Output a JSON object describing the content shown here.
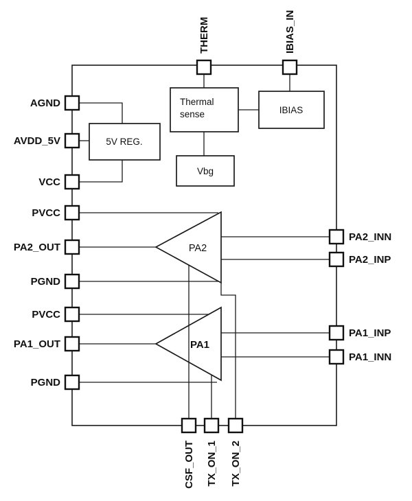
{
  "diagram": {
    "pins": {
      "top": [
        {
          "label": "THERM"
        },
        {
          "label": "IBIAS_IN"
        }
      ],
      "left": [
        {
          "label": "AGND"
        },
        {
          "label": "AVDD_5V"
        },
        {
          "label": "VCC"
        },
        {
          "label": "PVCC"
        },
        {
          "label": "PA2_OUT"
        },
        {
          "label": "PGND"
        },
        {
          "label": "PVCC"
        },
        {
          "label": "PA1_OUT"
        },
        {
          "label": "PGND"
        }
      ],
      "right": [
        {
          "label": "PA2_INN"
        },
        {
          "label": "PA2_INP"
        },
        {
          "label": "PA1_INP"
        },
        {
          "label": "PA1_INN"
        }
      ],
      "bottom": [
        {
          "label": "CSF_OUT"
        },
        {
          "label": "TX_ON_1"
        },
        {
          "label": "TX_ON_2"
        }
      ]
    },
    "blocks": {
      "thermal_sense": {
        "line1": "Thermal",
        "line2": "sense"
      },
      "ibias": {
        "label": "IBIAS"
      },
      "reg_5v": {
        "label": "5V REG."
      },
      "vbg": {
        "label": "Vbg"
      }
    },
    "amplifiers": {
      "pa2": {
        "label": "PA2"
      },
      "pa1": {
        "label": "PA1"
      }
    },
    "colors": {
      "line": "#1a1a1a",
      "background": "#ffffff",
      "text": "#111111"
    }
  }
}
